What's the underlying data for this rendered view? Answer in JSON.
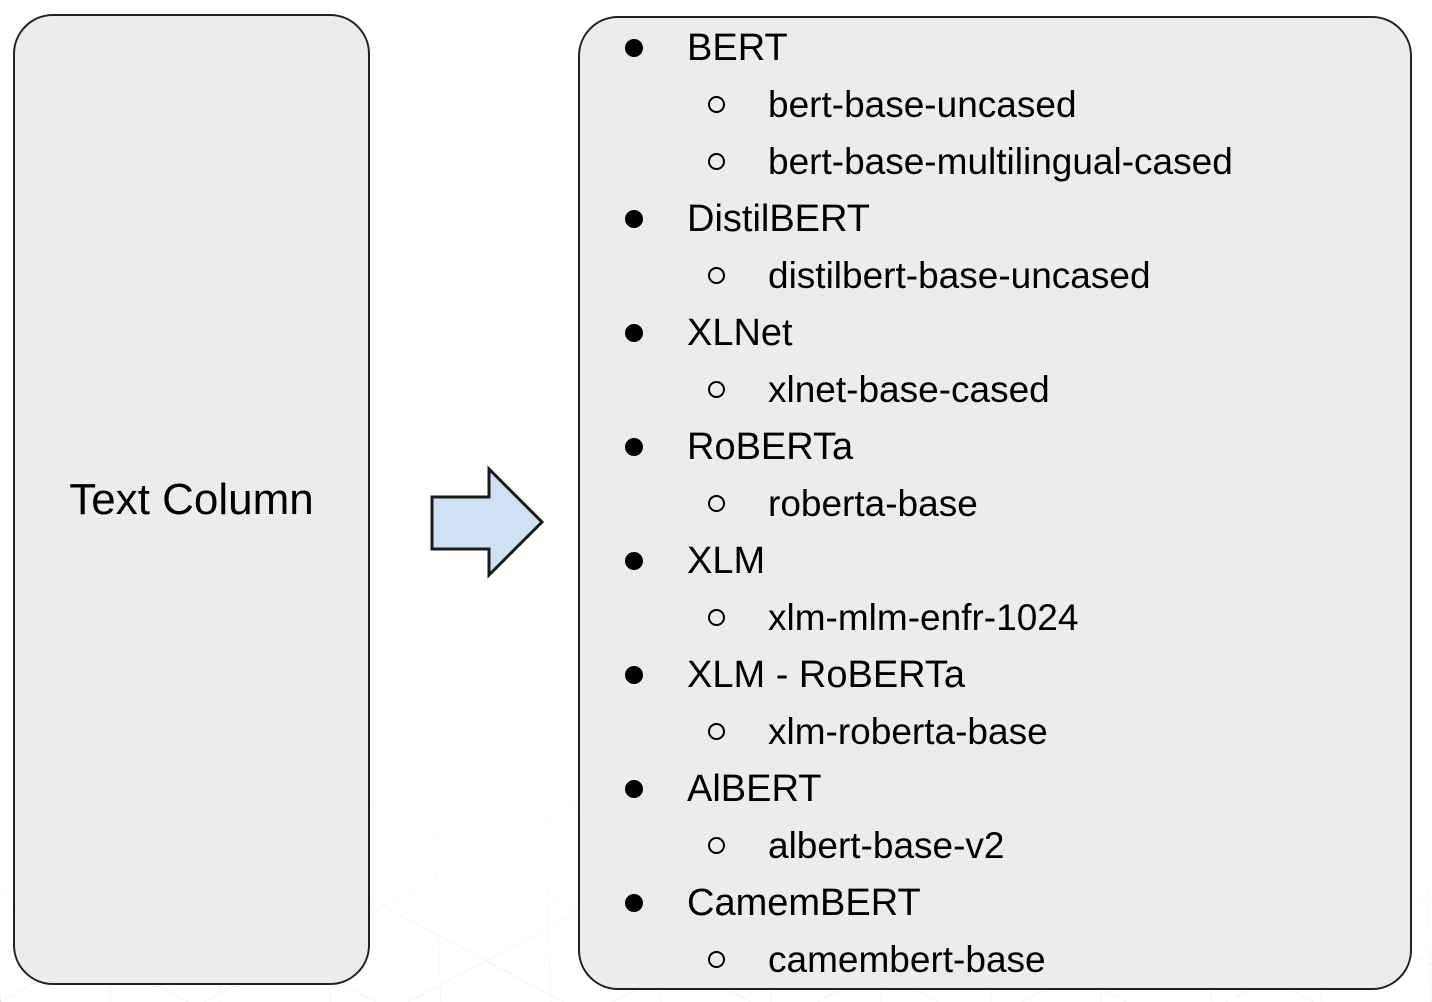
{
  "source_box": {
    "label": "Text Column"
  },
  "icons": {
    "arrow": "right-block-arrow",
    "group_bullet": "filled-circle",
    "model_bullet": "open-circle"
  },
  "model_list": {
    "groups": [
      {
        "name": "BERT",
        "models": [
          "bert-base-uncased",
          "bert-base-multilingual-cased"
        ]
      },
      {
        "name": "DistilBERT",
        "models": [
          "distilbert-base-uncased"
        ]
      },
      {
        "name": "XLNet",
        "models": [
          "xlnet-base-cased"
        ]
      },
      {
        "name": "RoBERTa",
        "models": [
          "roberta-base"
        ]
      },
      {
        "name": "XLM",
        "models": [
          "xlm-mlm-enfr-1024"
        ]
      },
      {
        "name": "XLM - RoBERTa",
        "models": [
          "xlm-roberta-base"
        ]
      },
      {
        "name": "AlBERT",
        "models": [
          "albert-base-v2"
        ]
      },
      {
        "name": "CamemBERT",
        "models": [
          "camembert-base"
        ]
      }
    ]
  },
  "colors": {
    "box_fill": "#ececec",
    "box_border": "#212121",
    "arrow_fill": "#cfe2f3",
    "arrow_stroke": "#1a1a1a",
    "text": "#000000",
    "background": "#ffffff"
  }
}
